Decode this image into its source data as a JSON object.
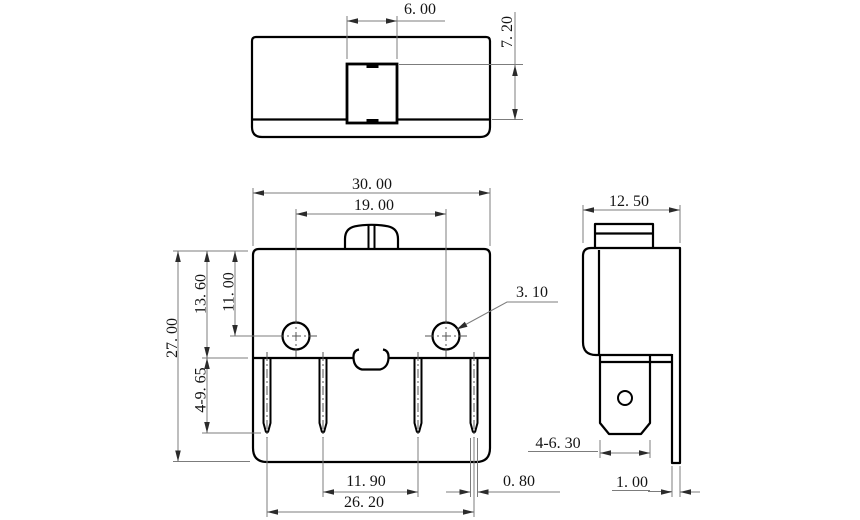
{
  "colors": {
    "background": "#ffffff",
    "geometry": "#000000",
    "dimension_lines": "#7c7c7c",
    "text": "#141414"
  },
  "views": {
    "top_view": {
      "dims": {
        "button_width": "6. 00",
        "button_height": "7. 20"
      }
    },
    "front_view": {
      "dims": {
        "overall_width": "30. 00",
        "hole_spacing": "19. 00",
        "hole_diameter": "3. 10",
        "overall_height": "27. 00",
        "body_height": "13. 60",
        "hole_offset": "11. 00",
        "pin_length": "4-9. 65",
        "inner_pin_spacing": "11. 90",
        "pin_thickness": "0. 80",
        "outer_pin_spacing": "26. 20"
      }
    },
    "side_view": {
      "dims": {
        "depth": "12. 50",
        "terminal_width": "4-6. 30",
        "plate_thickness": "1. 00"
      }
    }
  }
}
